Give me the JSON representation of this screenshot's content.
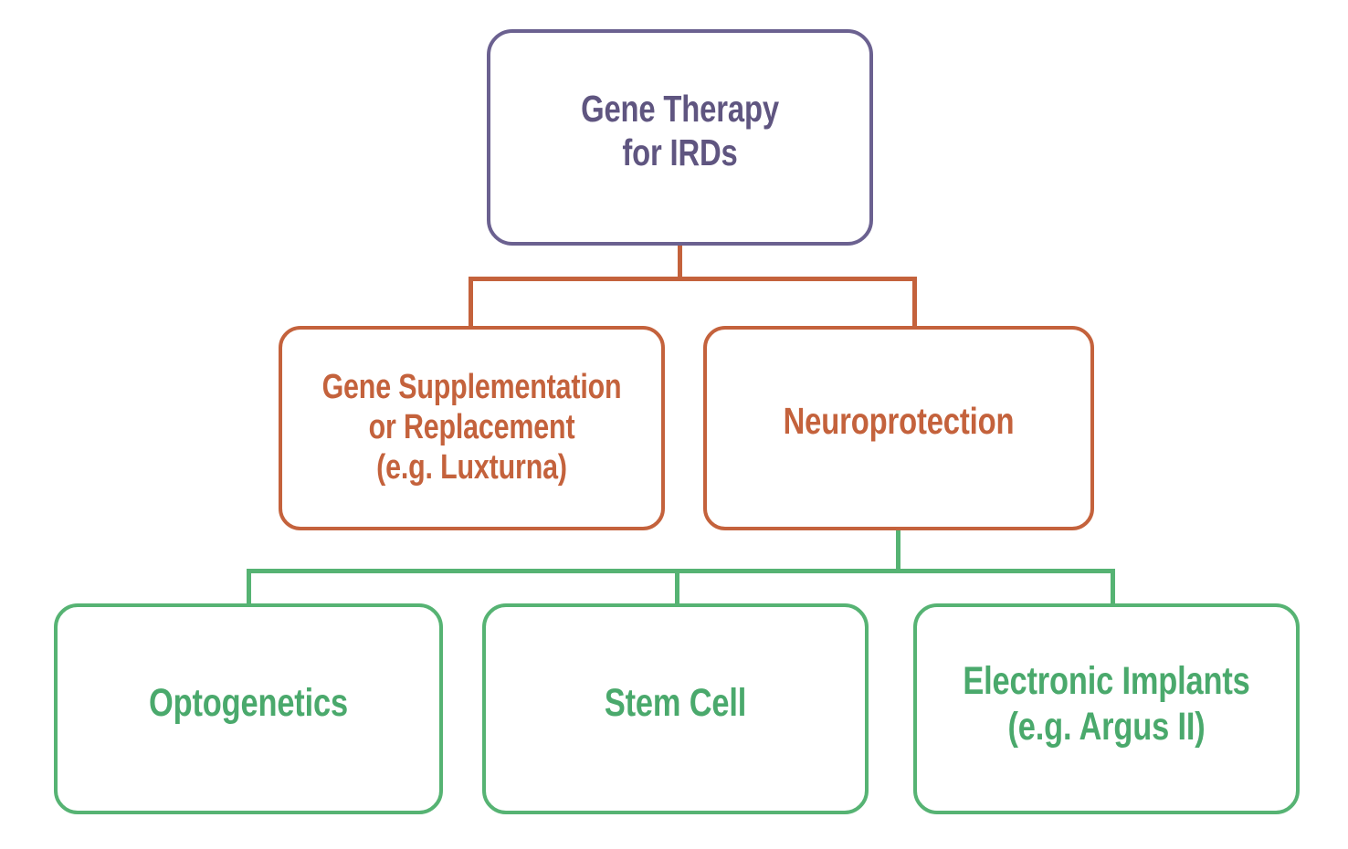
{
  "diagram": {
    "title": "Gene Therapy for IRDs treatment approaches flowchart",
    "type": "hierarchical-flowchart",
    "background_color": "#ffffff",
    "levels": [
      {
        "level": 1,
        "accent_color": "#6b6190",
        "nodes": [
          {
            "id": "root",
            "label": "Gene Therapy\nfor IRDs"
          }
        ]
      },
      {
        "level": 2,
        "accent_color": "#c4623c",
        "nodes": [
          {
            "id": "gene-supplementation",
            "label": "Gene Supplementation\nor Replacement\n(e.g. Luxturna)"
          },
          {
            "id": "neuroprotection",
            "label": "Neuroprotection"
          }
        ]
      },
      {
        "level": 3,
        "accent_color": "#56b373",
        "nodes": [
          {
            "id": "optogenetics",
            "label": "Optogenetics"
          },
          {
            "id": "stem-cell",
            "label": "Stem Cell"
          },
          {
            "id": "electronic-implants",
            "label": "Electronic Implants\n(e.g. Argus II)"
          }
        ]
      }
    ],
    "connectors": [
      {
        "from": "root",
        "to": [
          "gene-supplementation",
          "neuroprotection"
        ],
        "color": "#c4623c"
      },
      {
        "from": "neuroprotection",
        "to": [
          "optogenetics",
          "stem-cell",
          "electronic-implants"
        ],
        "color": "#56b373"
      }
    ]
  }
}
